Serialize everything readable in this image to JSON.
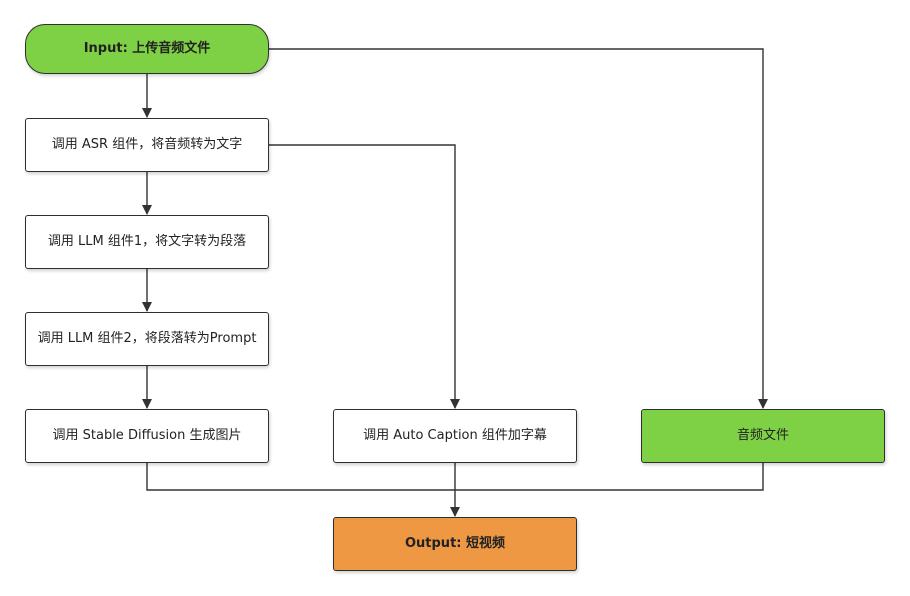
{
  "nodes": {
    "input": "Input: 上传音频文件",
    "asr": "调用 ASR 组件，将音频转为文字",
    "llm1": "调用 LLM 组件1，将文字转为段落",
    "llm2": "调用 LLM 组件2，将段落转为Prompt",
    "sd": "调用 Stable Diffusion 生成图片",
    "caption": "调用 Auto Caption 组件加字幕",
    "audio": "音频文件",
    "output": "Output: 短视频"
  },
  "colors": {
    "start_fill": "#7ed144",
    "audio_fill": "#7ed144",
    "output_fill": "#ee9844",
    "edge": "#333333"
  }
}
